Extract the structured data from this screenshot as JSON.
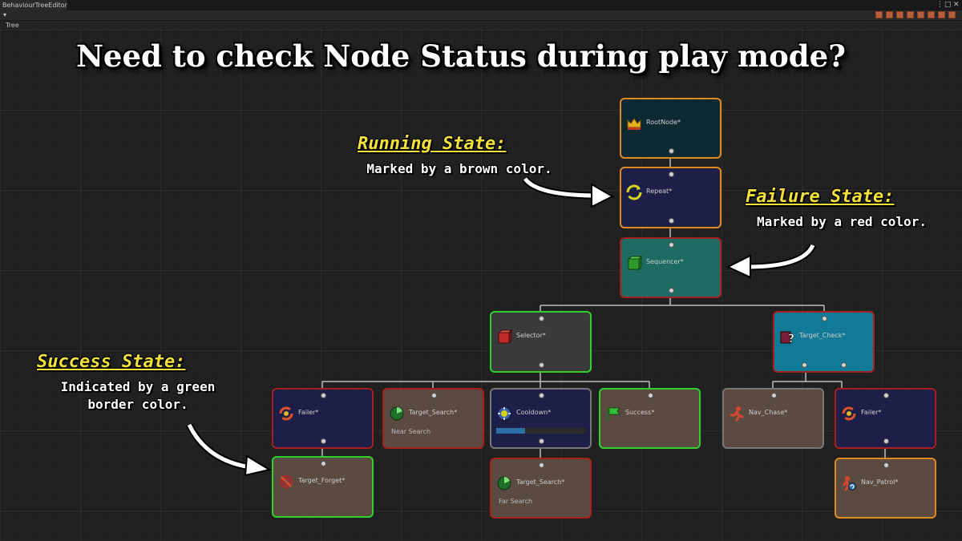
{
  "window": {
    "tab_title": "BehaviourTreeEditor",
    "menu_icon": "kebab-menu-icon",
    "maximize_icon": "maximize-icon",
    "close_icon": "close-icon"
  },
  "toolbar": {
    "dropdown_glyph": "▾",
    "tree_label": "Tree"
  },
  "headline": "Need to check Node Status during play mode?",
  "annotations": {
    "running": {
      "title": "Running State:",
      "text": "Marked by a brown color."
    },
    "failure": {
      "title": "Failure State:",
      "text": "Marked by a red color."
    },
    "success": {
      "title": "Success State:",
      "text_line1": "Indicated by a green",
      "text_line2": "border color."
    }
  },
  "colors": {
    "running": "#e08a1e",
    "failure": "#a81f1f",
    "success": "#2fd12f",
    "neutral": "#777777",
    "annotation_title": "#f3e03a"
  },
  "nodes": {
    "root": {
      "name": "RootNode*",
      "icon": "crown-icon"
    },
    "repeat": {
      "name": "Repeat*",
      "icon": "repeat-icon"
    },
    "sequencer": {
      "name": "Sequencer*",
      "icon": "sequencer-icon"
    },
    "selector": {
      "name": "Selector*",
      "icon": "selector-icon"
    },
    "target_check": {
      "name": "Target_Check*",
      "icon": "question-icon"
    },
    "failer_left": {
      "name": "Failer*",
      "icon": "failer-icon"
    },
    "target_search_near": {
      "name": "Target_Search*",
      "description": "Near Search",
      "icon": "radar-icon"
    },
    "cooldown": {
      "name": "Cooldown*",
      "icon": "cooldown-icon",
      "progress": 0.32
    },
    "success": {
      "name": "Success*",
      "icon": "flag-icon"
    },
    "nav_chase": {
      "name": "Nav_Chase*",
      "icon": "runner-icon"
    },
    "failer_right": {
      "name": "Failer*",
      "icon": "failer-icon"
    },
    "target_forget": {
      "name": "Target_Forget*",
      "icon": "forget-icon"
    },
    "target_search_far": {
      "name": "Target_Search*",
      "description": "Far Search",
      "icon": "radar-icon"
    },
    "nav_patrol": {
      "name": "Nav_Patrol*",
      "icon": "patrol-icon"
    }
  }
}
